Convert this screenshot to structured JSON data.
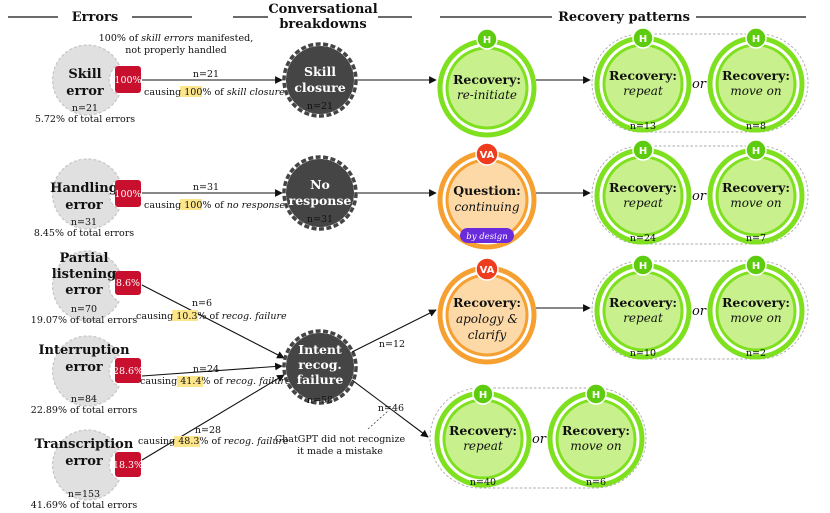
{
  "headers": {
    "errors": "Errors",
    "breakdowns_line1": "Conversational",
    "breakdowns_line2": "breakdowns",
    "recovery": "Recovery patterns"
  },
  "errors": {
    "skill": {
      "line1": "Skill",
      "line2": "error",
      "pct": "100%",
      "n": "n=21",
      "share": "5.72% of total errors"
    },
    "handling": {
      "line1": "Handling",
      "line2": "error",
      "pct": "100%",
      "n": "n=31",
      "share": "8.45% of total errors"
    },
    "partial": {
      "line1": "Partial",
      "line2": "listening",
      "line3": "error",
      "pct": "8.6%",
      "n": "n=70",
      "share": "19.07% of total errors"
    },
    "interruption": {
      "line1": "Interruption",
      "line2": "error",
      "pct": "28.6%",
      "n": "n=84",
      "share": "22.89% of total errors"
    },
    "transcription": {
      "line1": "Transcription",
      "line2": "error",
      "pct": "18.3%",
      "n": "n=153",
      "share": "41.69% of total errors"
    }
  },
  "skill_note": {
    "line1_pct": "100% of",
    "line1_em": "skill errors",
    "line1_end": "manifested,",
    "line2": "not properly handled"
  },
  "links": {
    "skill": {
      "n": "n=21",
      "pre": "causing",
      "hl": "100%",
      "mid": "of",
      "em": "skill closure"
    },
    "handling": {
      "n": "n=31",
      "pre": "causing",
      "hl": "100%",
      "mid": "of",
      "em": "no response"
    },
    "partial": {
      "n": "n=6",
      "pre": "causing",
      "hl": "10.3%",
      "mid": "of",
      "em": "recog. failure"
    },
    "interruption": {
      "n": "n=24",
      "pre": "causing",
      "hl": "41.4%",
      "mid": "of",
      "em": "recog. failure"
    },
    "transcription": {
      "n": "n=28",
      "pre": "causing",
      "hl": "48.3%",
      "mid": "of",
      "em": "recog. failure"
    }
  },
  "breakdowns": {
    "closure": {
      "line1": "Skill",
      "line2": "closure",
      "n": "n=21"
    },
    "noresp": {
      "line1": "No",
      "line2": "response",
      "n": "n=31"
    },
    "intent": {
      "line1": "Intent",
      "line2": "recog.",
      "line3": "failure",
      "n": "n=58"
    }
  },
  "intent_branches": {
    "upper_n": "n=12",
    "lower_n": "n=46",
    "note_line1": "ChatGPT did not recognize",
    "note_line2": "it made a mistake"
  },
  "recovery": {
    "reinitiate": {
      "badge": "H",
      "title": "Recovery:",
      "sub": "re-initiate"
    },
    "question": {
      "badge": "VA",
      "title": "Question:",
      "sub": "continuing",
      "tag": "by design"
    },
    "apology": {
      "badge": "VA",
      "title": "Recovery:",
      "sub1": "apology &",
      "sub2": "clarify"
    },
    "or": "or",
    "groups": [
      {
        "a": {
          "badge": "H",
          "title": "Recovery:",
          "sub": "repeat",
          "n": "n=13"
        },
        "b": {
          "badge": "H",
          "title": "Recovery:",
          "sub": "move on",
          "n": "n=8"
        }
      },
      {
        "a": {
          "badge": "H",
          "title": "Recovery:",
          "sub": "repeat",
          "n": "n=24"
        },
        "b": {
          "badge": "H",
          "title": "Recovery:",
          "sub": "move on",
          "n": "n=7"
        }
      },
      {
        "a": {
          "badge": "H",
          "title": "Recovery:",
          "sub": "repeat",
          "n": "n=10"
        },
        "b": {
          "badge": "H",
          "title": "Recovery:",
          "sub": "move on",
          "n": "n=2"
        }
      },
      {
        "a": {
          "badge": "H",
          "title": "Recovery:",
          "sub": "repeat",
          "n": "n=40"
        },
        "b": {
          "badge": "H",
          "title": "Recovery:",
          "sub": "move on",
          "n": "n=6"
        }
      }
    ]
  },
  "colors": {
    "human_green": "#7ee01e",
    "va_orange": "#f5a030",
    "va_badge": "#f03c1e",
    "error_red": "#c8102e",
    "breakdown_dark": "#454545",
    "highlight": "#fde58a",
    "by_design": "#6a2bdc"
  }
}
